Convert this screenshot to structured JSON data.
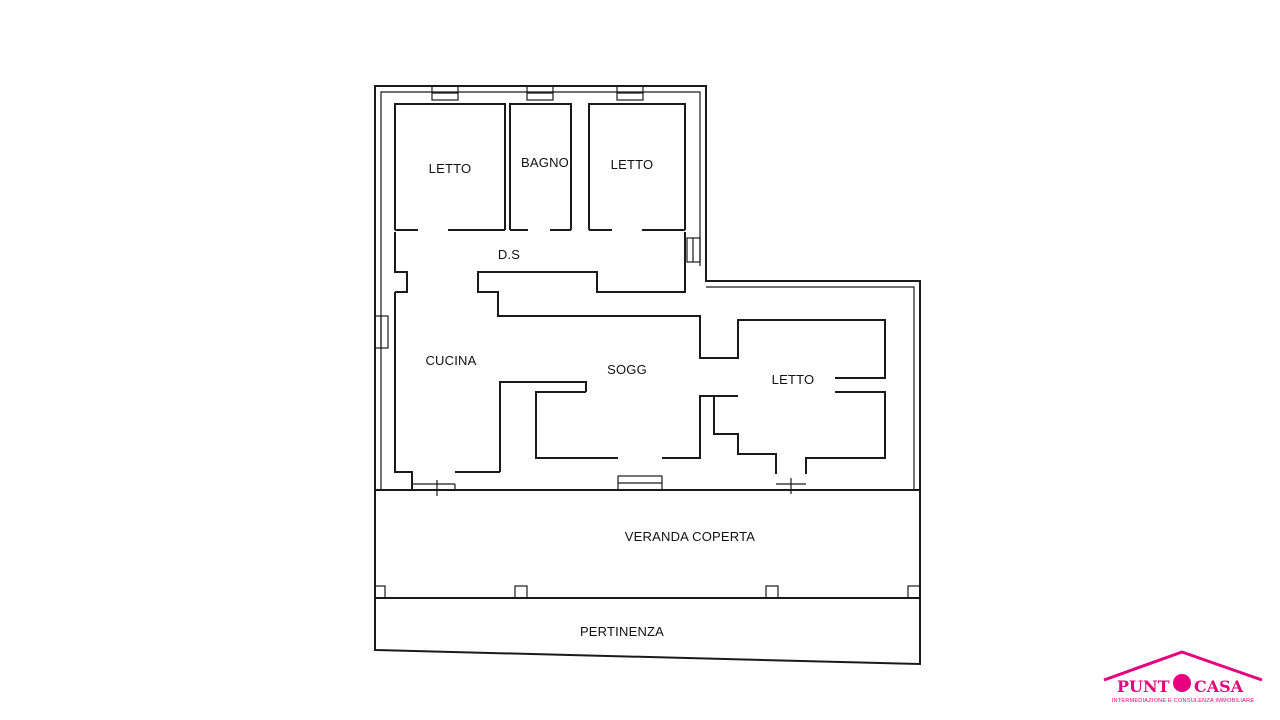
{
  "floor_plan": {
    "rooms": {
      "letto_left": "LETTO",
      "bagno": "BAGNO",
      "letto_center": "LETTO",
      "ds": "D.S",
      "cucina": "CUCINA",
      "sogg": "SOGG",
      "letto_right": "LETTO",
      "veranda": "VERANDA COPERTA",
      "pertinenza": "PERTINENZA"
    }
  },
  "logo": {
    "word_left": "PUNT",
    "word_right": "CASA",
    "tagline": "INTERMEDIAZIONE E CONSULENZA IMMOBILIARE",
    "color": "#e6007e"
  }
}
